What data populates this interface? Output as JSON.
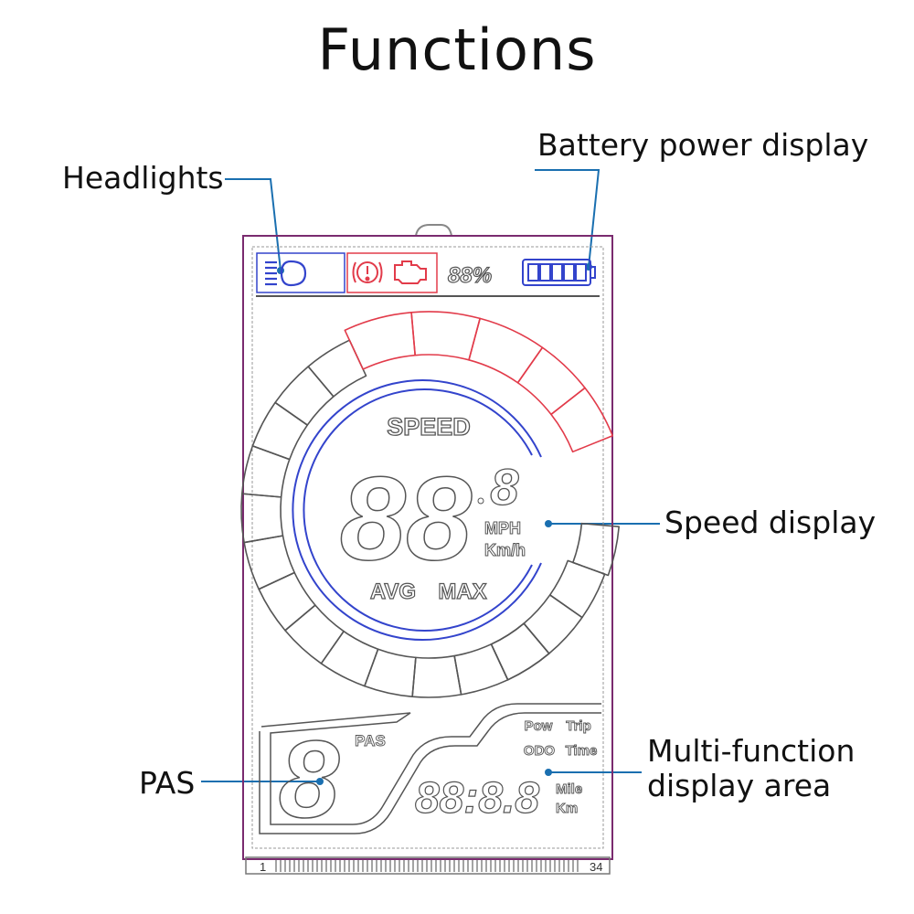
{
  "title": "Functions",
  "callouts": {
    "headlights": "Headlights",
    "battery": "Battery power display",
    "speed": "Speed display",
    "multifunction_line1": "Multi-function",
    "multifunction_line2": "display area",
    "pas": "PAS"
  },
  "lcd": {
    "battery_percent": "88%",
    "speed_label": "SPEED",
    "speed_digits": "88",
    "speed_decimal": "8",
    "unit_mph": "MPH",
    "unit_kmh": "Km/h",
    "avg_label": "AVG",
    "max_label": "MAX",
    "pas_label": "PAS",
    "pas_digit": "8",
    "pow_label": "Pow",
    "trip_label": "Trip",
    "odo_label": "ODO",
    "time_label": "Time",
    "odo_digits": "88:8.8",
    "unit_mile": "Mile",
    "unit_km": "Km",
    "pin_first": "1",
    "pin_last": "34"
  },
  "colors": {
    "outline": "#7a2b6f",
    "blue": "#3344cc",
    "red": "#e23b4a",
    "line": "#1a6fb0",
    "segment": "#555555"
  }
}
